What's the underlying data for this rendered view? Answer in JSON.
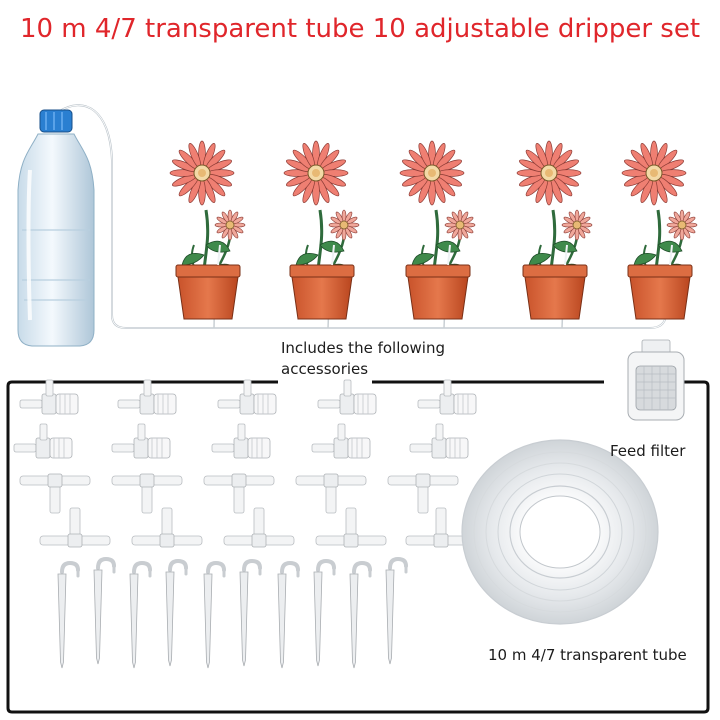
{
  "title": "10 m 4/7 transparent tube 10 adjustable dripper set",
  "accessories_heading": {
    "line1": "Includes the following",
    "line2": "accessories"
  },
  "labels": {
    "feed_filter": "Feed filter",
    "tube": "10 m 4/7 transparent tube"
  },
  "colors": {
    "title_red": "#e0262b",
    "petal_pink": "#ef7f72",
    "pot_terracotta": "#d9633a",
    "bottle_cap_blue": "#2a7fd1",
    "frame_black": "#111111"
  },
  "scene": {
    "flower_pots": 5,
    "elbow_connectors": 10,
    "tee_connectors": 10,
    "dripper_stakes": 10
  }
}
